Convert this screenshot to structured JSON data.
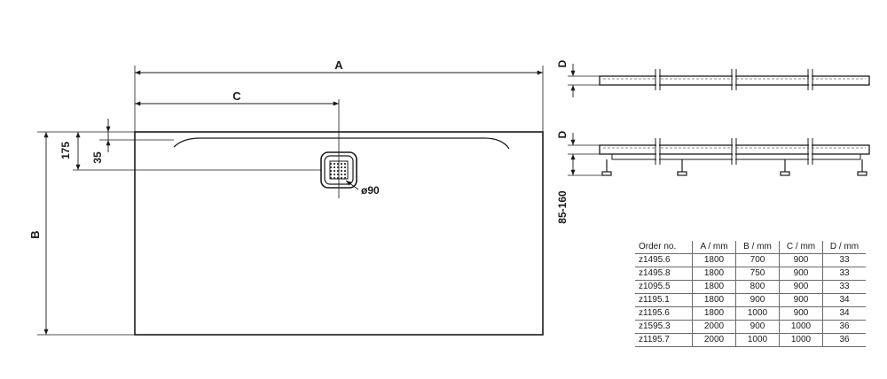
{
  "dimensions": {
    "a": "A",
    "b": "B",
    "c": "C",
    "d_top": "D",
    "d_bottom": "D",
    "offset_175": "175",
    "offset_35": "35",
    "drain_diameter": "ø90",
    "leg_height": "85-160"
  },
  "table": {
    "headers": [
      "Order no.",
      "A / mm",
      "B / mm",
      "C / mm",
      "D / mm"
    ],
    "rows": [
      [
        "z1495.6",
        "1800",
        "700",
        "900",
        "33"
      ],
      [
        "z1495.8",
        "1800",
        "750",
        "900",
        "33"
      ],
      [
        "z1095.5",
        "1800",
        "800",
        "900",
        "33"
      ],
      [
        "z1195.1",
        "1800",
        "900",
        "900",
        "34"
      ],
      [
        "z1195.6",
        "1800",
        "1000",
        "900",
        "34"
      ],
      [
        "z1595.3",
        "2000",
        "900",
        "1000",
        "36"
      ],
      [
        "z1195.7",
        "2000",
        "1000",
        "1000",
        "36"
      ]
    ]
  },
  "colors": {
    "line": "#1a1a1a",
    "dim_line": "#333333",
    "background": "#ffffff"
  }
}
